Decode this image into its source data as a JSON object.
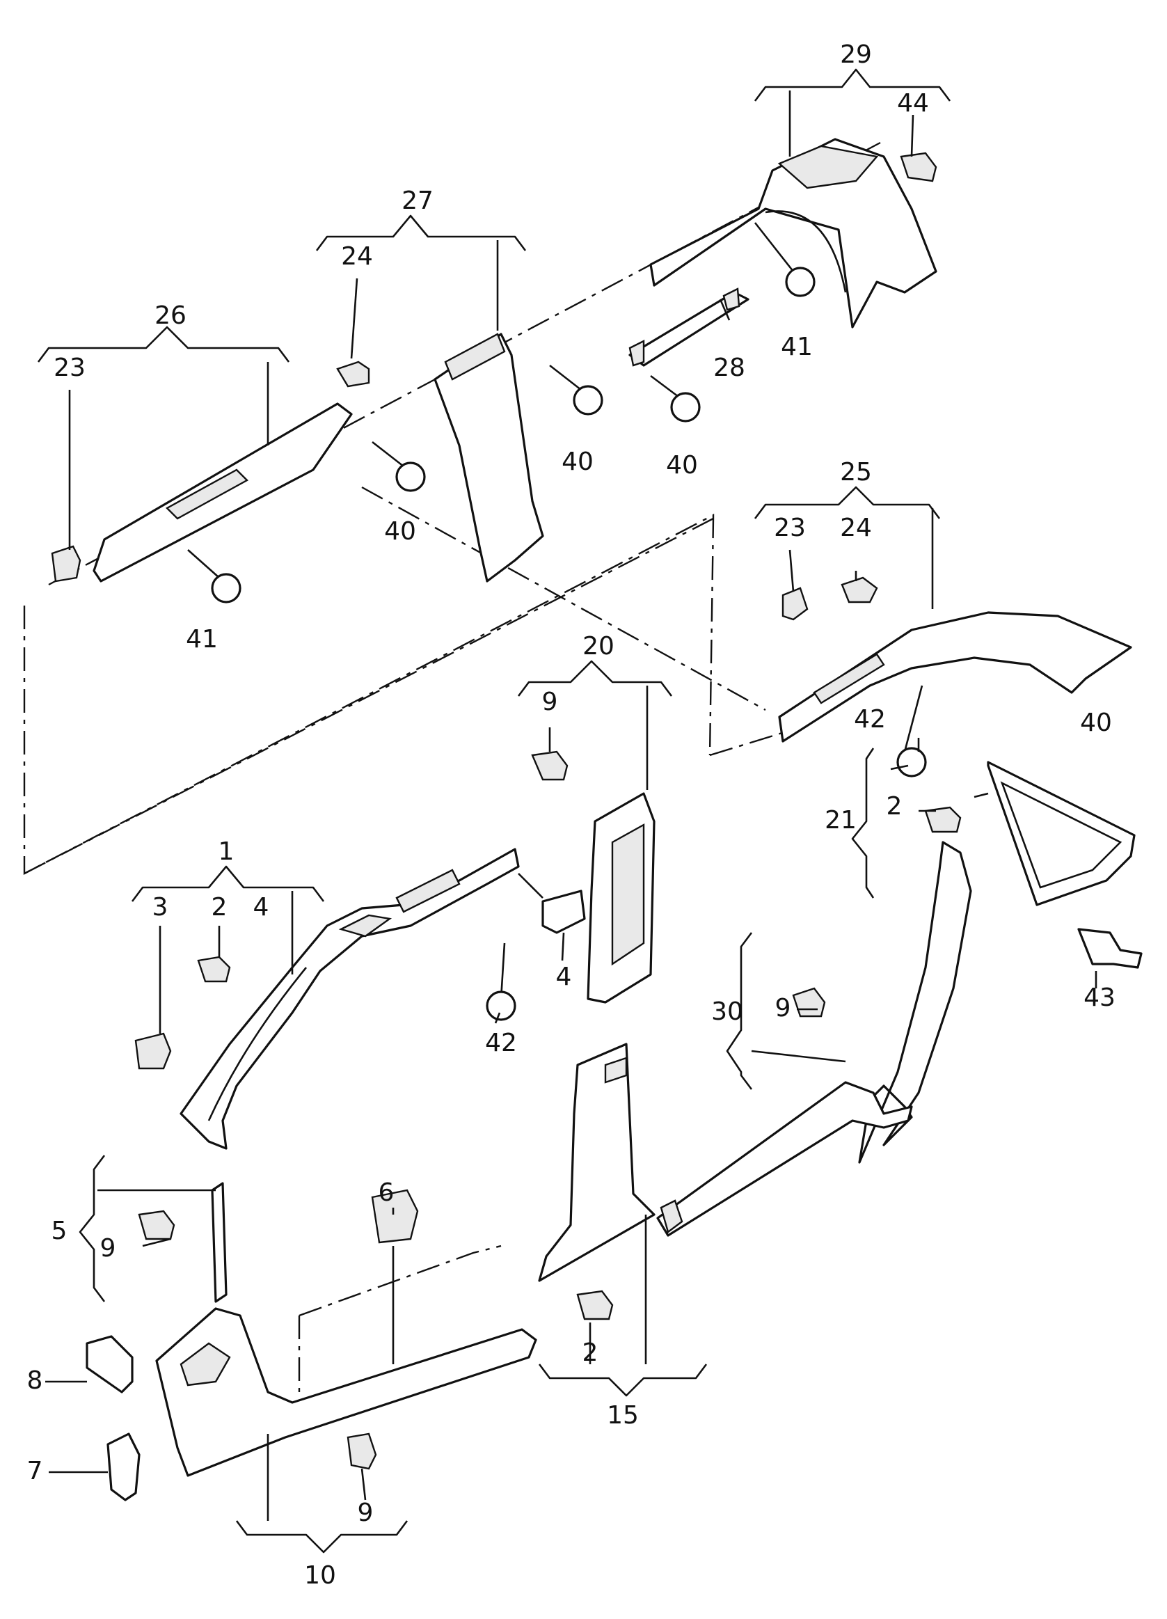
{
  "callouts": [
    {
      "id": "29",
      "text": "29"
    },
    {
      "id": "44",
      "text": "44"
    },
    {
      "id": "27",
      "text": "27"
    },
    {
      "id": "24a",
      "text": "24"
    },
    {
      "id": "26",
      "text": "26"
    },
    {
      "id": "23a",
      "text": "23"
    },
    {
      "id": "41a",
      "text": "41"
    },
    {
      "id": "28",
      "text": "28"
    },
    {
      "id": "40a",
      "text": "40"
    },
    {
      "id": "40b",
      "text": "40"
    },
    {
      "id": "40c",
      "text": "40"
    },
    {
      "id": "41b",
      "text": "41"
    },
    {
      "id": "25",
      "text": "25"
    },
    {
      "id": "23b",
      "text": "23"
    },
    {
      "id": "24b",
      "text": "24"
    },
    {
      "id": "20",
      "text": "20"
    },
    {
      "id": "9a",
      "text": "9"
    },
    {
      "id": "42a",
      "text": "42"
    },
    {
      "id": "40d",
      "text": "40"
    },
    {
      "id": "21",
      "text": "21"
    },
    {
      "id": "2a",
      "text": "2"
    },
    {
      "id": "1",
      "text": "1"
    },
    {
      "id": "3",
      "text": "3"
    },
    {
      "id": "2b",
      "text": "2"
    },
    {
      "id": "4a",
      "text": "4"
    },
    {
      "id": "4b",
      "text": "4"
    },
    {
      "id": "42b",
      "text": "42"
    },
    {
      "id": "43",
      "text": "43"
    },
    {
      "id": "30",
      "text": "30"
    },
    {
      "id": "9b",
      "text": "9"
    },
    {
      "id": "5",
      "text": "5"
    },
    {
      "id": "9c",
      "text": "9"
    },
    {
      "id": "6",
      "text": "6"
    },
    {
      "id": "8",
      "text": "8"
    },
    {
      "id": "7",
      "text": "7"
    },
    {
      "id": "2c",
      "text": "2"
    },
    {
      "id": "15",
      "text": "15"
    },
    {
      "id": "9d",
      "text": "9"
    },
    {
      "id": "10",
      "text": "10"
    }
  ]
}
